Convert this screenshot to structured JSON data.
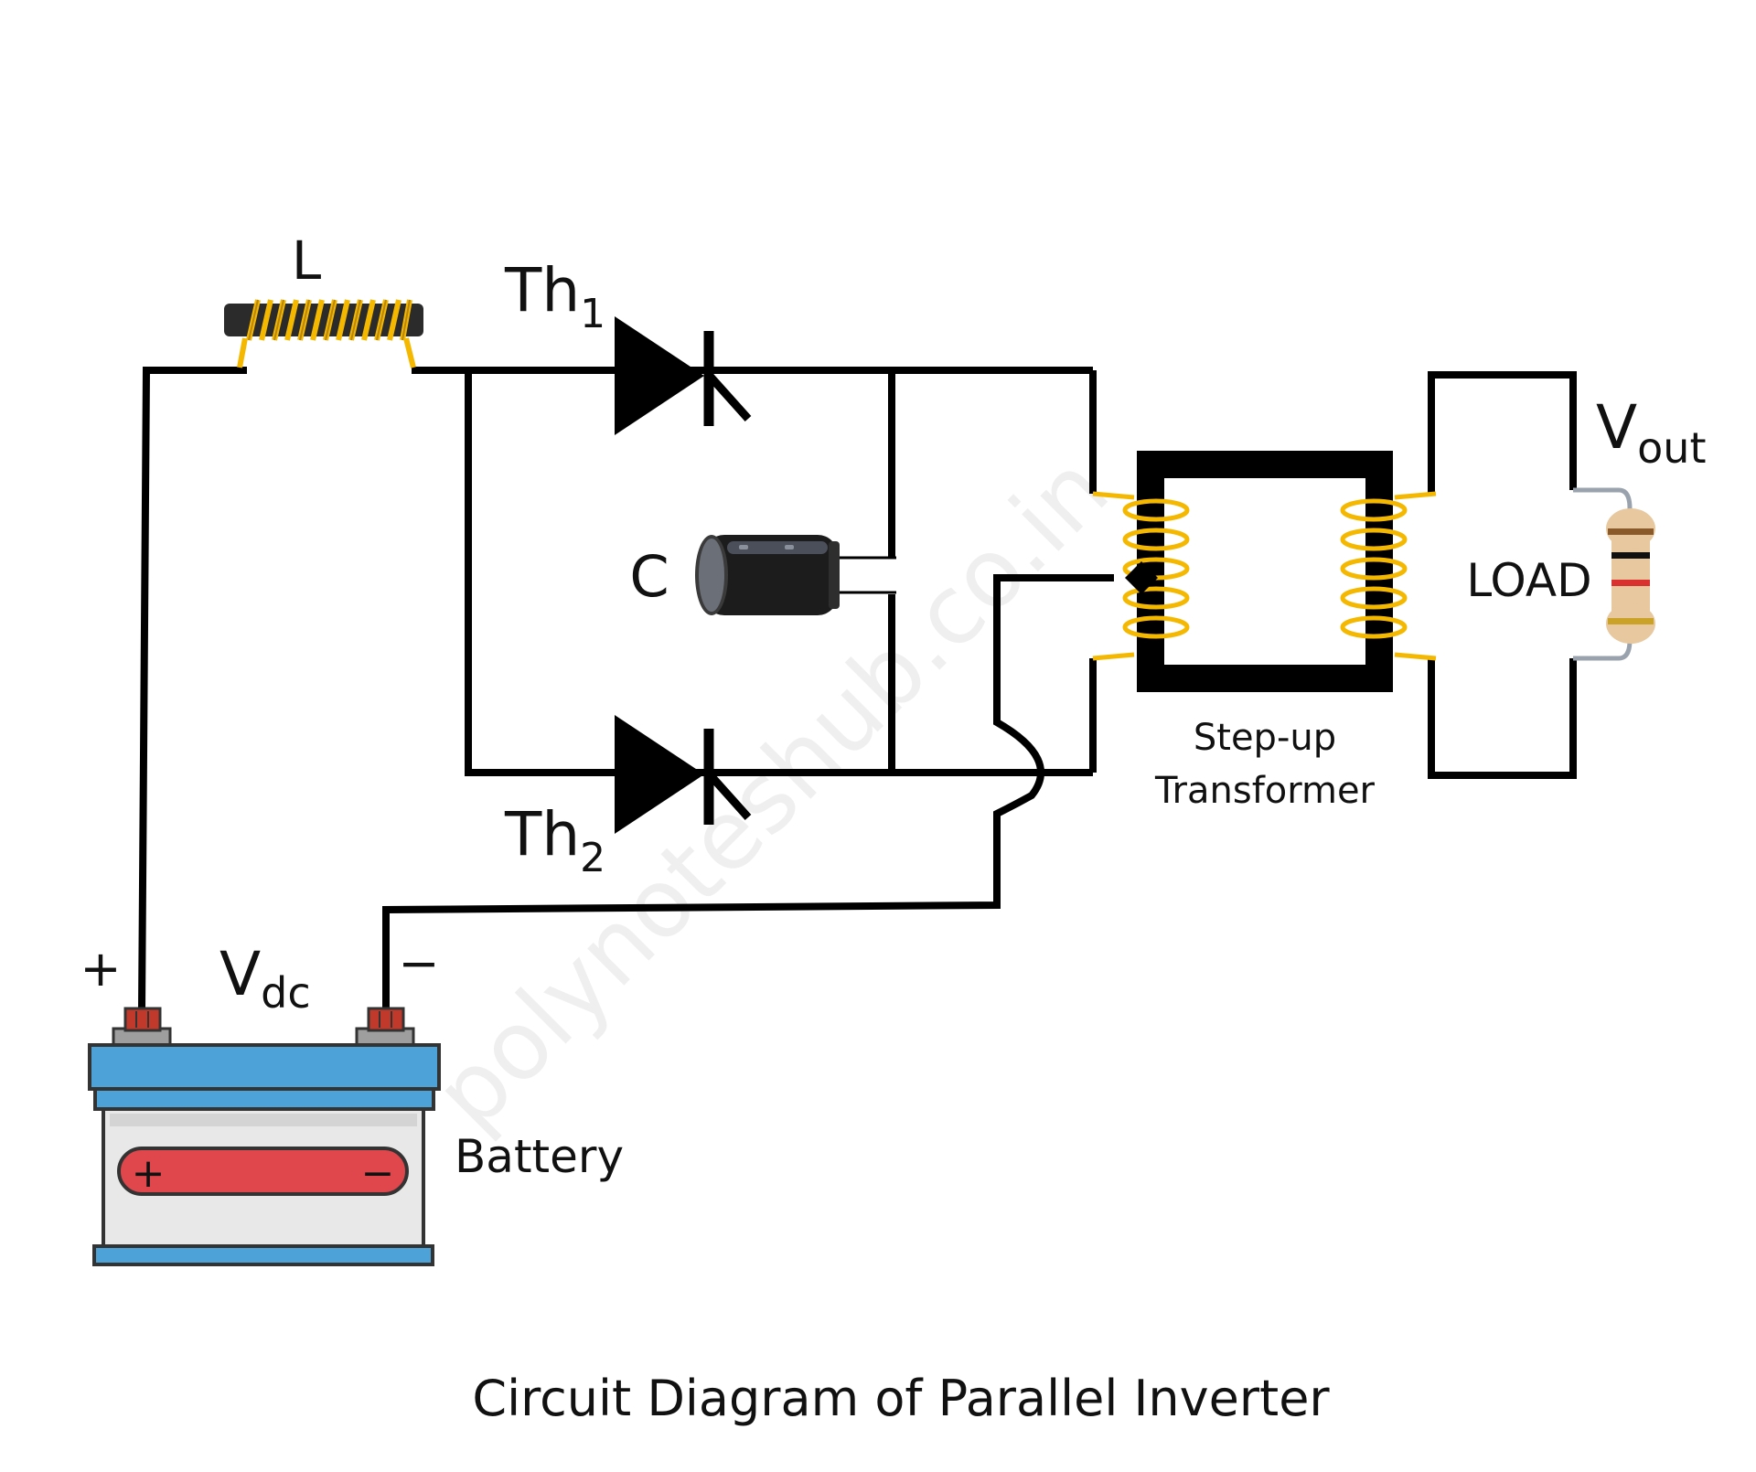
{
  "labels": {
    "inductor": "L",
    "thyristor1_main": "Th",
    "thyristor1_sub": "1",
    "thyristor2_main": "Th",
    "thyristor2_sub": "2",
    "capacitor": "C",
    "vout_main": "V",
    "vout_sub": "out",
    "load": "LOAD",
    "transformer_line1": "Step-up",
    "transformer_line2": "Transformer",
    "vdc_main": "V",
    "vdc_sub": "dc",
    "plus": "+",
    "minus": "−",
    "battery": "Battery",
    "battery_plus": "+",
    "battery_minus": "−"
  },
  "caption": "Circuit Diagram of Parallel Inverter",
  "watermark": "polynoteshub.co.in",
  "colors": {
    "wire": "#000000",
    "coil": "#f5b800",
    "battery_blue": "#4da3d8",
    "battery_red": "#e0474c",
    "terminal_red": "#c0392b",
    "battery_body": "#e8e8e8"
  }
}
